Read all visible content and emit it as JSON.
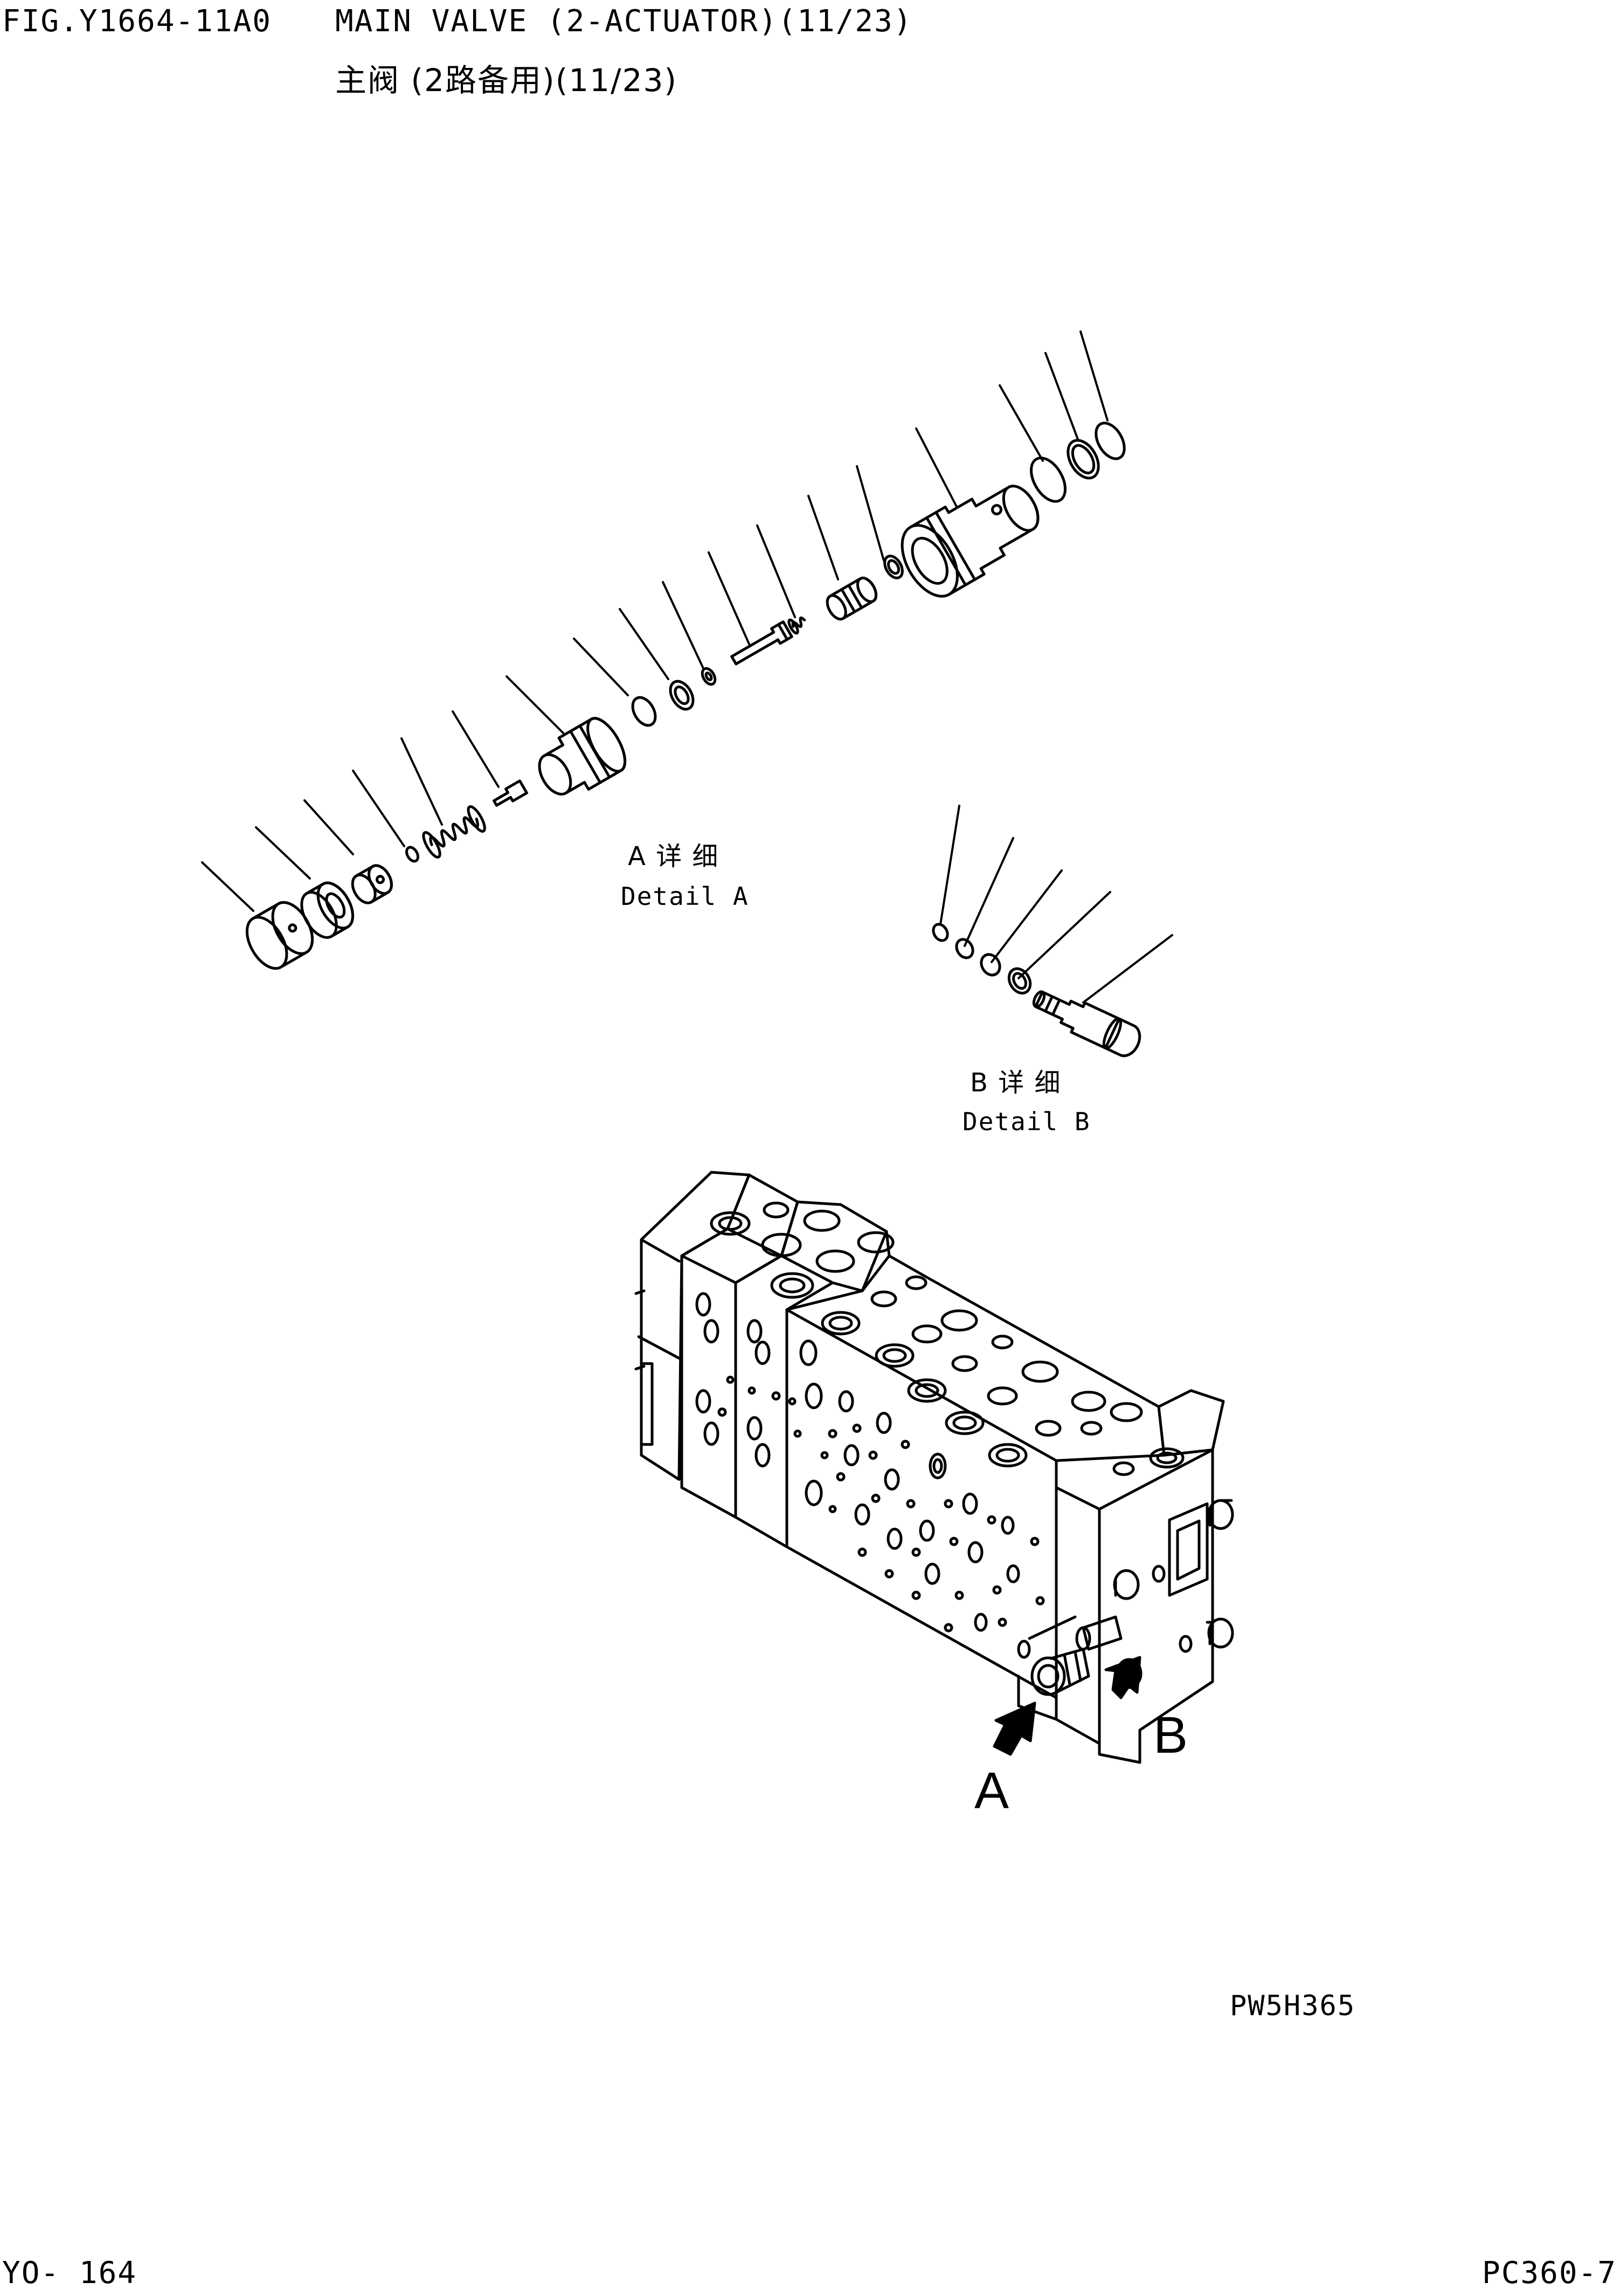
{
  "header": {
    "fig_number": "FIG.Y1664-11A0",
    "title_en": "MAIN VALVE (2-ACTUATOR)(11/23)",
    "title_cn": "主阀 (2路备用)(11/23)"
  },
  "detail_a": {
    "label_cn": "A 详 细",
    "label_en": "Detail A"
  },
  "detail_b": {
    "label_cn": "B 详 细",
    "label_en": "Detail B"
  },
  "callouts": {
    "a": "A",
    "b": "B"
  },
  "drawing_code": "PW5H365",
  "footer": {
    "page": "YO- 164",
    "model": "PC360-7"
  }
}
